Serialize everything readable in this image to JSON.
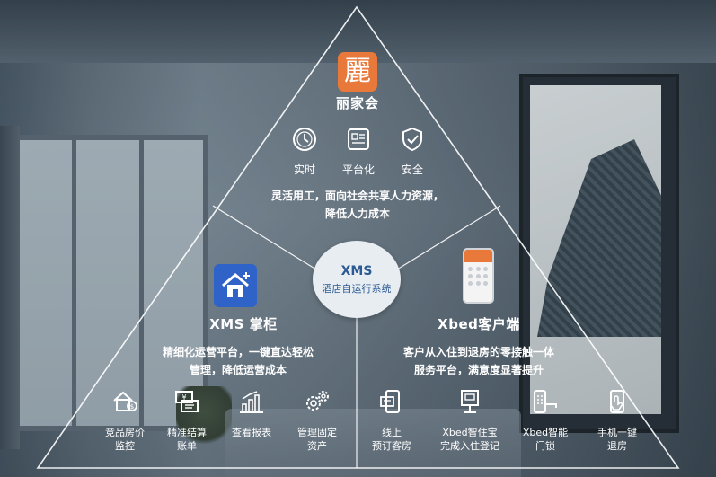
{
  "brand": {
    "logo_glyph": "麗",
    "title": "丽家会",
    "features": [
      {
        "icon": "clock-icon",
        "label": "实时"
      },
      {
        "icon": "platform-icon",
        "label": "平台化"
      },
      {
        "icon": "shield-check-icon",
        "label": "安全"
      }
    ],
    "desc_line1": "灵活用工，面向社会共享人力资源，",
    "desc_line2": "降低人力成本"
  },
  "center": {
    "title": "XMS",
    "subtitle": "酒店自运行系统"
  },
  "left": {
    "logo_icon": "xms-house-icon",
    "title": "XMS 掌柜",
    "desc_line1": "精细化运营平台，一键直达轻松",
    "desc_line2": "管理，降低运营成本",
    "items": [
      {
        "icon": "house-price-icon",
        "label": "竞品房价\n监控"
      },
      {
        "icon": "bill-settlement-icon",
        "label": "精准结算\n账单"
      },
      {
        "icon": "bar-chart-icon",
        "label": "查看报表"
      },
      {
        "icon": "gears-icon",
        "label": "管理固定\n资产"
      }
    ]
  },
  "right": {
    "logo_icon": "phone-app-icon",
    "title": "Xbed客户端",
    "desc_line1": "客户从入住到退房的零接触一体",
    "desc_line2": "服务平台，满意度显著提升",
    "items": [
      {
        "icon": "online-booking-icon",
        "label": "线上\n预订客房"
      },
      {
        "icon": "check-in-kiosk-icon",
        "label": "Xbed智住宝\n完成入住登记"
      },
      {
        "icon": "smart-lock-icon",
        "label": "Xbed智能\n门锁"
      },
      {
        "icon": "phone-checkout-icon",
        "label": "手机一键\n退房"
      }
    ]
  },
  "colors": {
    "brand_orange": "#e8793a",
    "xms_blue": "#2f63c7",
    "core_text": "#2c5a93",
    "line": "#ffffff"
  }
}
